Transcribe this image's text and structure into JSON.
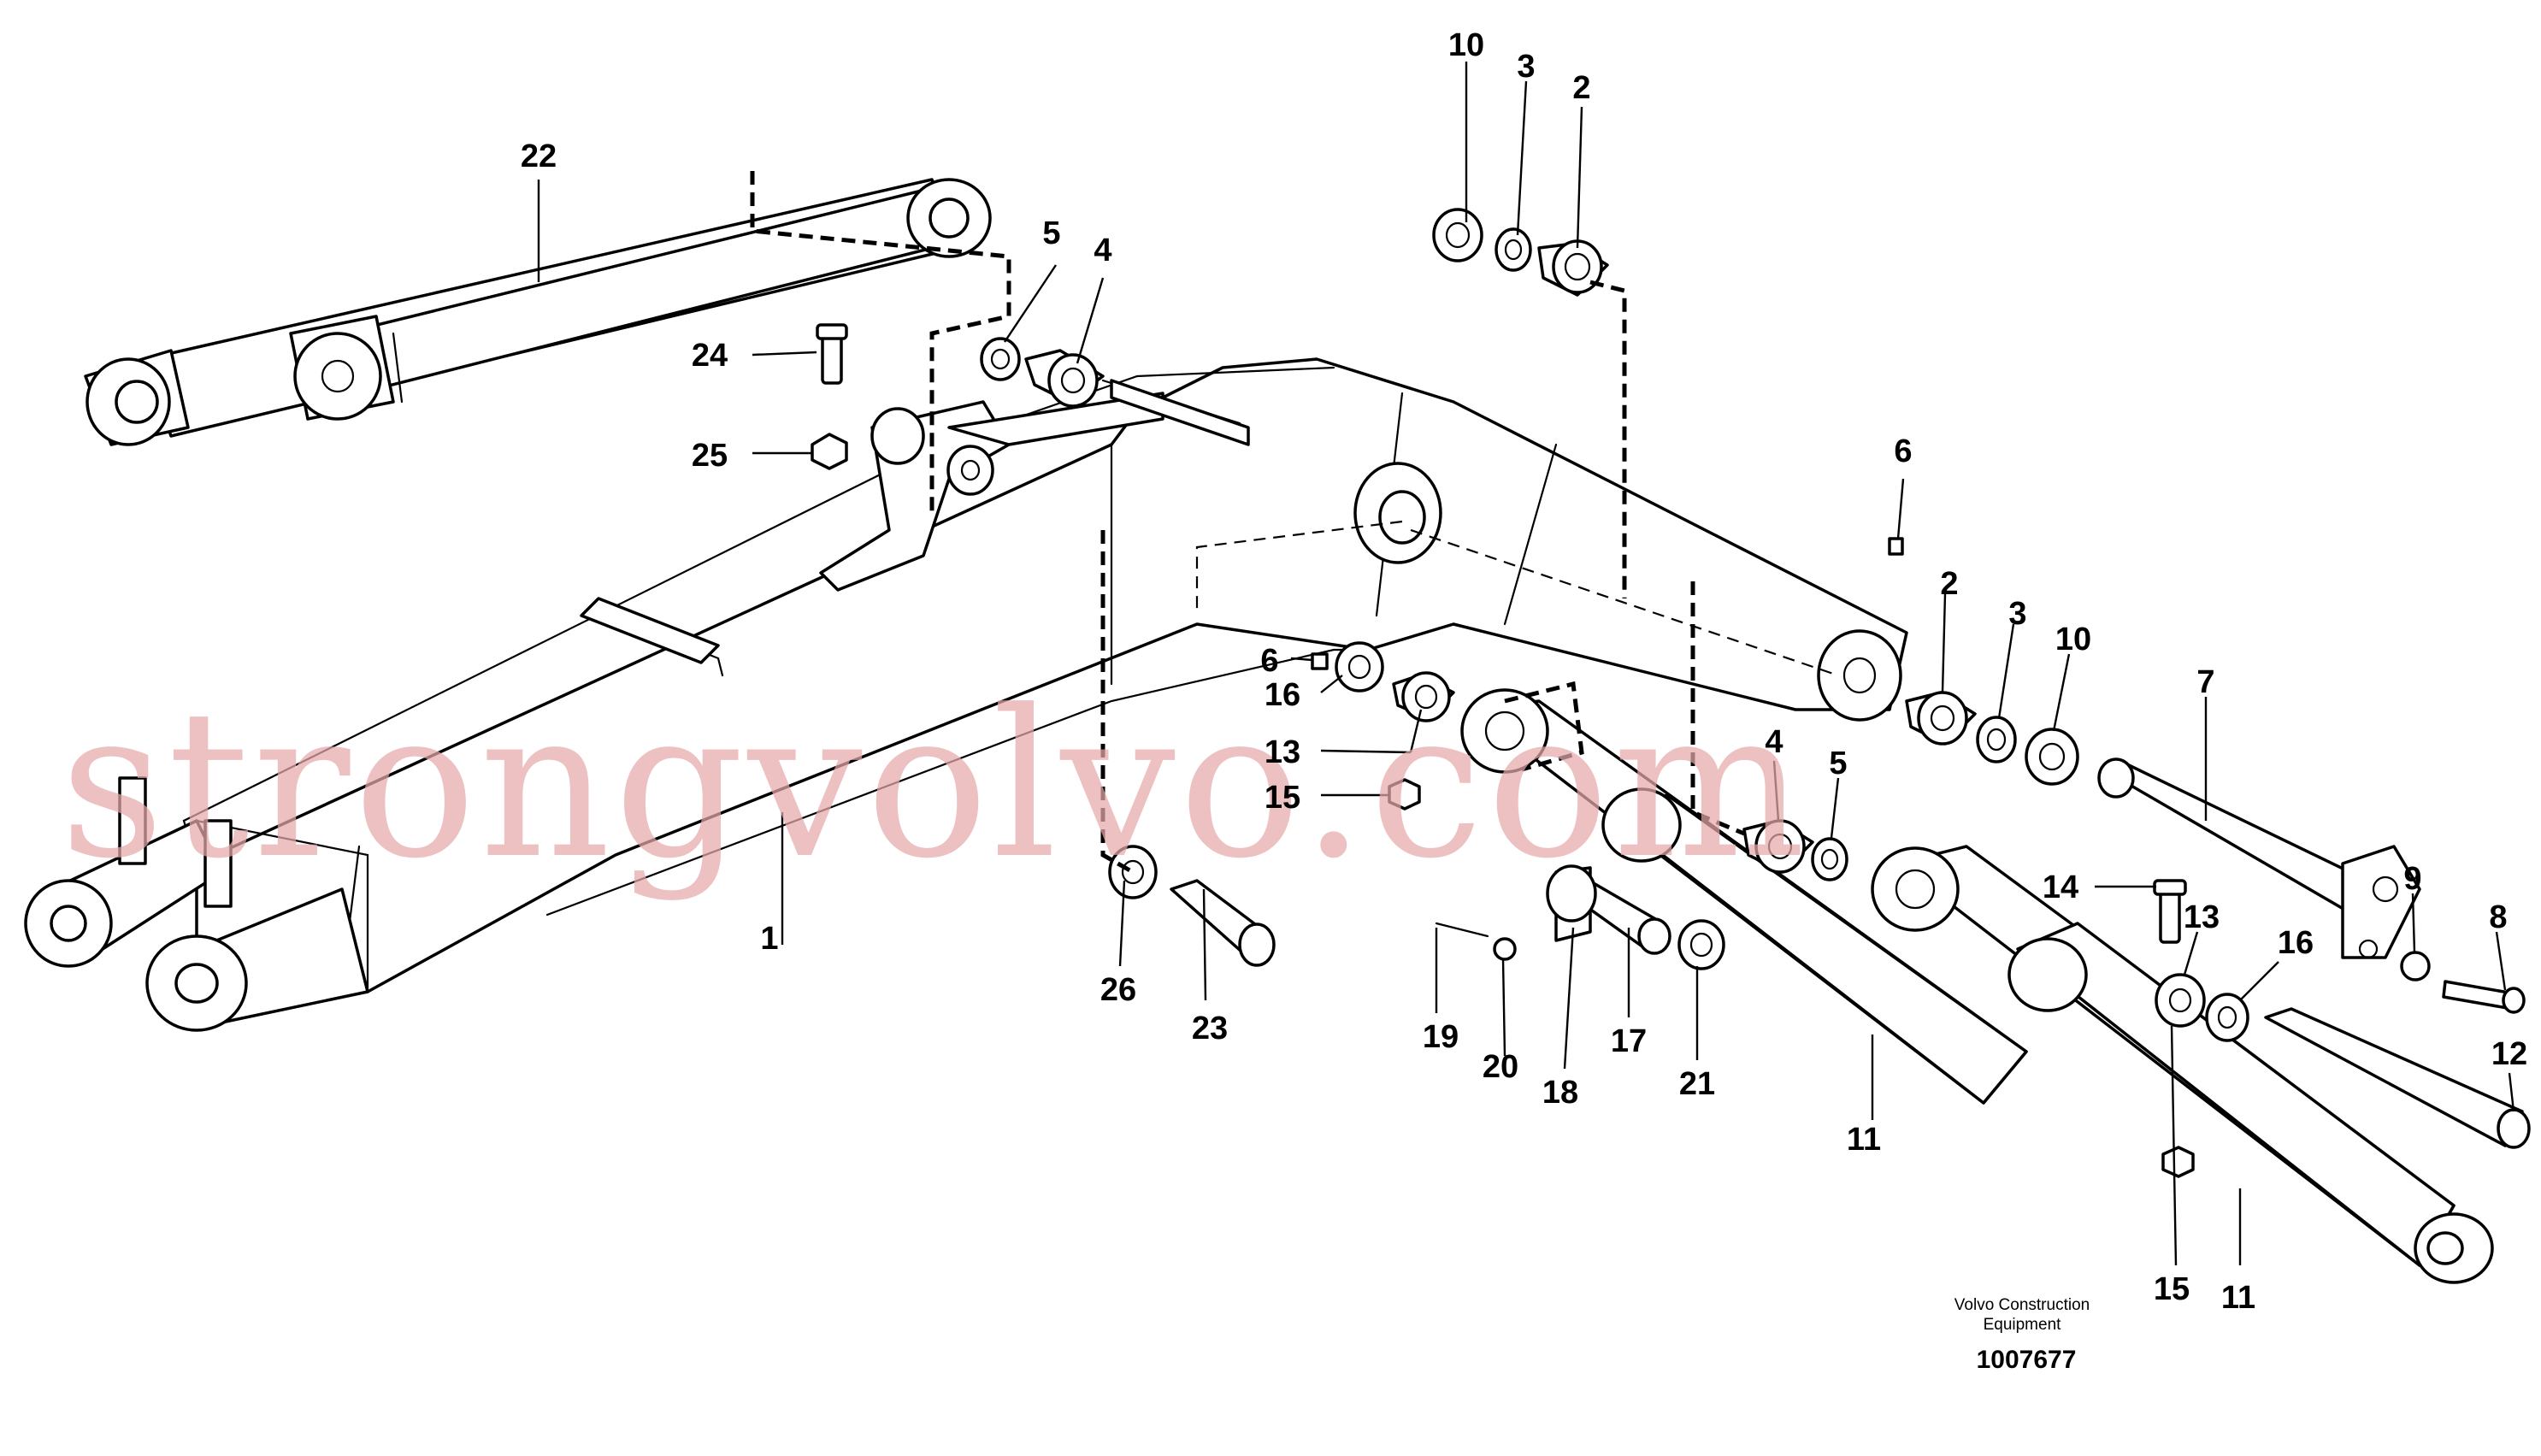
{
  "callouts": {
    "c1": "1",
    "c2a": "2",
    "c2b": "2",
    "c3a": "3",
    "c3b": "3",
    "c4a": "4",
    "c4b": "4",
    "c5a": "5",
    "c5b": "5",
    "c6a": "6",
    "c6b": "6",
    "c7": "7",
    "c8": "8",
    "c9": "9",
    "c10a": "10",
    "c10b": "10",
    "c11a": "11",
    "c11b": "11",
    "c12": "12",
    "c13a": "13",
    "c13b": "13",
    "c14": "14",
    "c15a": "15",
    "c15b": "15",
    "c16a": "16",
    "c16b": "16",
    "c17": "17",
    "c18": "18",
    "c19": "19",
    "c20": "20",
    "c21": "21",
    "c22": "22",
    "c23": "23",
    "c24": "24",
    "c25": "25",
    "c26": "26"
  },
  "footer": {
    "maker_line1": "Volvo Construction",
    "maker_line2": "Equipment",
    "drawing_number": "1007677"
  },
  "watermark": "strongvolvo.com"
}
